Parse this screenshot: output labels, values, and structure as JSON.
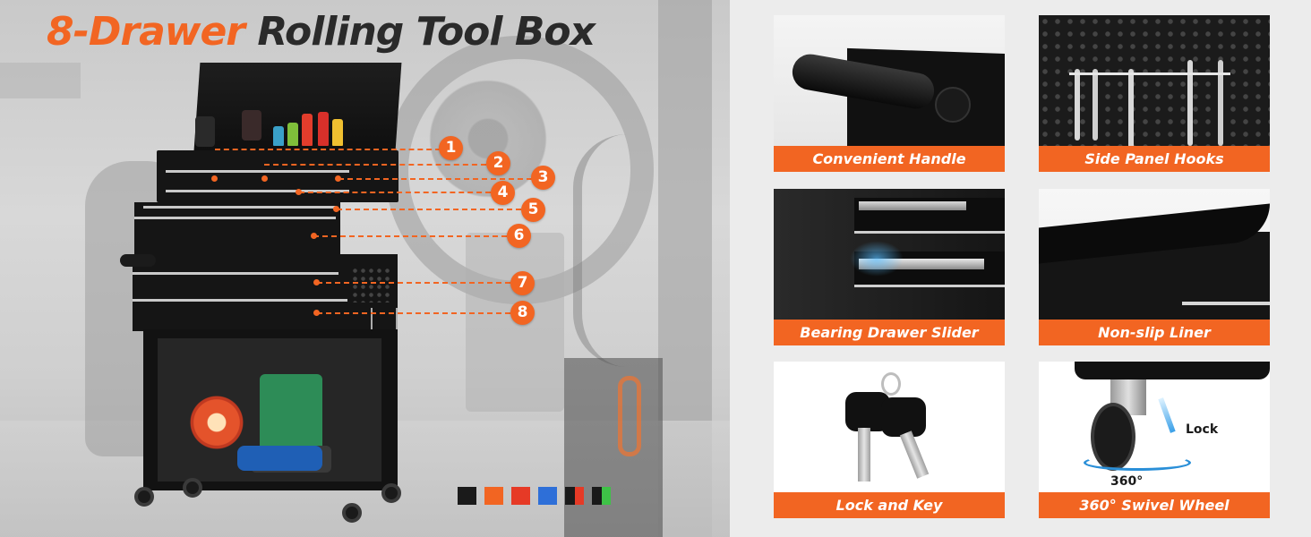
{
  "title": {
    "accent": "8-Drawer",
    "rest": "Rolling Tool Box"
  },
  "callouts": [
    "1",
    "2",
    "3",
    "4",
    "5",
    "6",
    "7",
    "8"
  ],
  "color_swatches": [
    {
      "name": "black",
      "colors": [
        "#1a1a1a"
      ]
    },
    {
      "name": "orange",
      "colors": [
        "#f26522"
      ]
    },
    {
      "name": "red",
      "colors": [
        "#e63a26"
      ]
    },
    {
      "name": "blue",
      "colors": [
        "#2e6fd8"
      ]
    },
    {
      "name": "black-red",
      "colors": [
        "#1a1a1a",
        "#e63a26"
      ]
    },
    {
      "name": "black-green",
      "colors": [
        "#1a1a1a",
        "#3ec247"
      ]
    }
  ],
  "features": [
    {
      "label": "Convenient Handle",
      "icon": "handle-icon"
    },
    {
      "label": "Side Panel Hooks",
      "icon": "hooks-icon"
    },
    {
      "label": "Bearing Drawer Slider",
      "icon": "slider-icon"
    },
    {
      "label": "Non-slip Liner",
      "icon": "liner-icon"
    },
    {
      "label": "Lock and Key",
      "icon": "key-icon"
    },
    {
      "label": "360° Swivel Wheel",
      "icon": "wheel-icon"
    }
  ],
  "wheel_labels": {
    "lock": "Lock",
    "rotation": "360°"
  },
  "colors": {
    "accent": "#f26522",
    "dark": "#2a2a2a",
    "background": "#ececec"
  }
}
